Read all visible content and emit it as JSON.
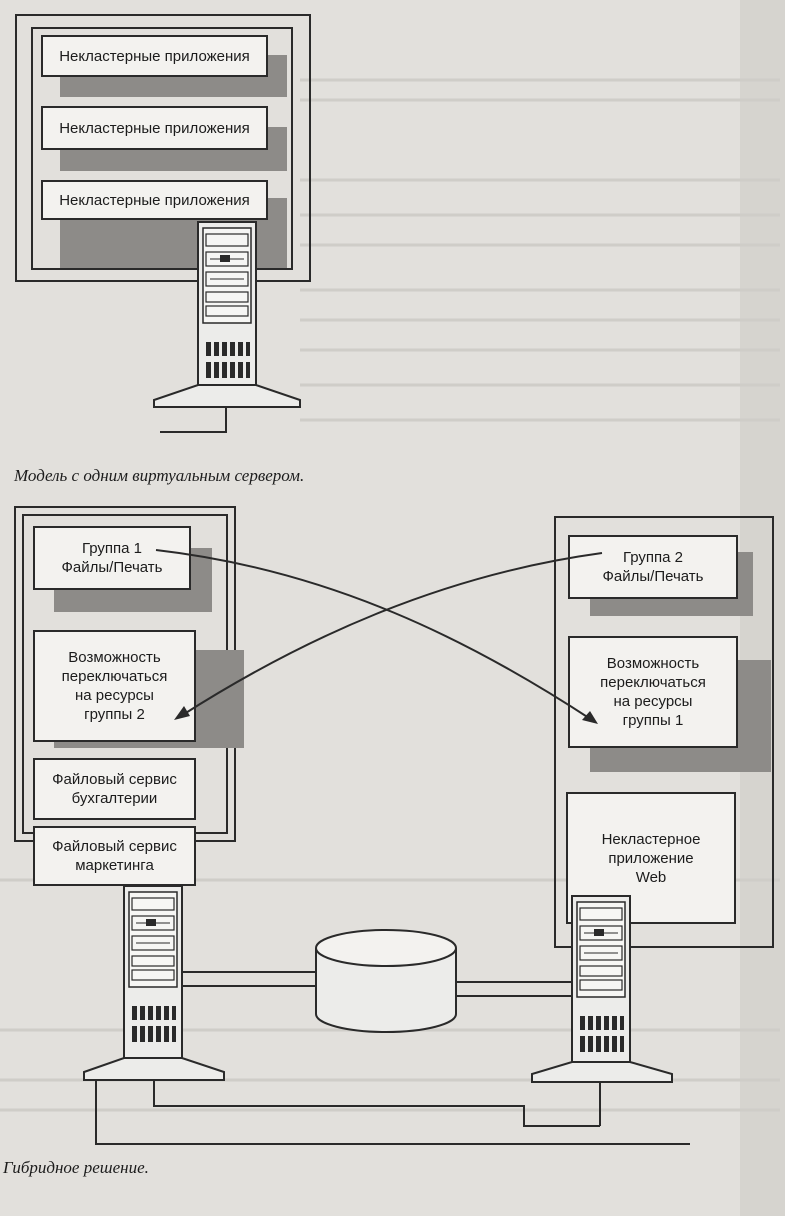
{
  "diagram1": {
    "boxes": [
      "Некластерные приложения",
      "Некластерные приложения",
      "Некластерные приложения"
    ],
    "caption": "Модель с одним виртуальным сервером."
  },
  "diagram2": {
    "left_boxes": [
      "Группа 1\nФайлы/Печать",
      "Возможность\nпереключаться\nна ресурсы\nгруппы 2",
      "Файловый сервис\nбухгалтерии",
      "Файловый сервис\nмаркетинга"
    ],
    "right_boxes": [
      "Группа 2\nФайлы/Печать",
      "Возможность\nпереключаться\nна ресурсы\nгруппы 1",
      "Некластерное\nприложение\nWeb"
    ],
    "caption": "Гибридное решение."
  },
  "icons": [
    "server-tower-icon",
    "disk-storage-icon",
    "arrow-icon"
  ],
  "colors": {
    "paper": "#e2e0dc",
    "line": "#2a2a2a",
    "box": "#f3f2ef",
    "shadow": "#8d8b88"
  }
}
